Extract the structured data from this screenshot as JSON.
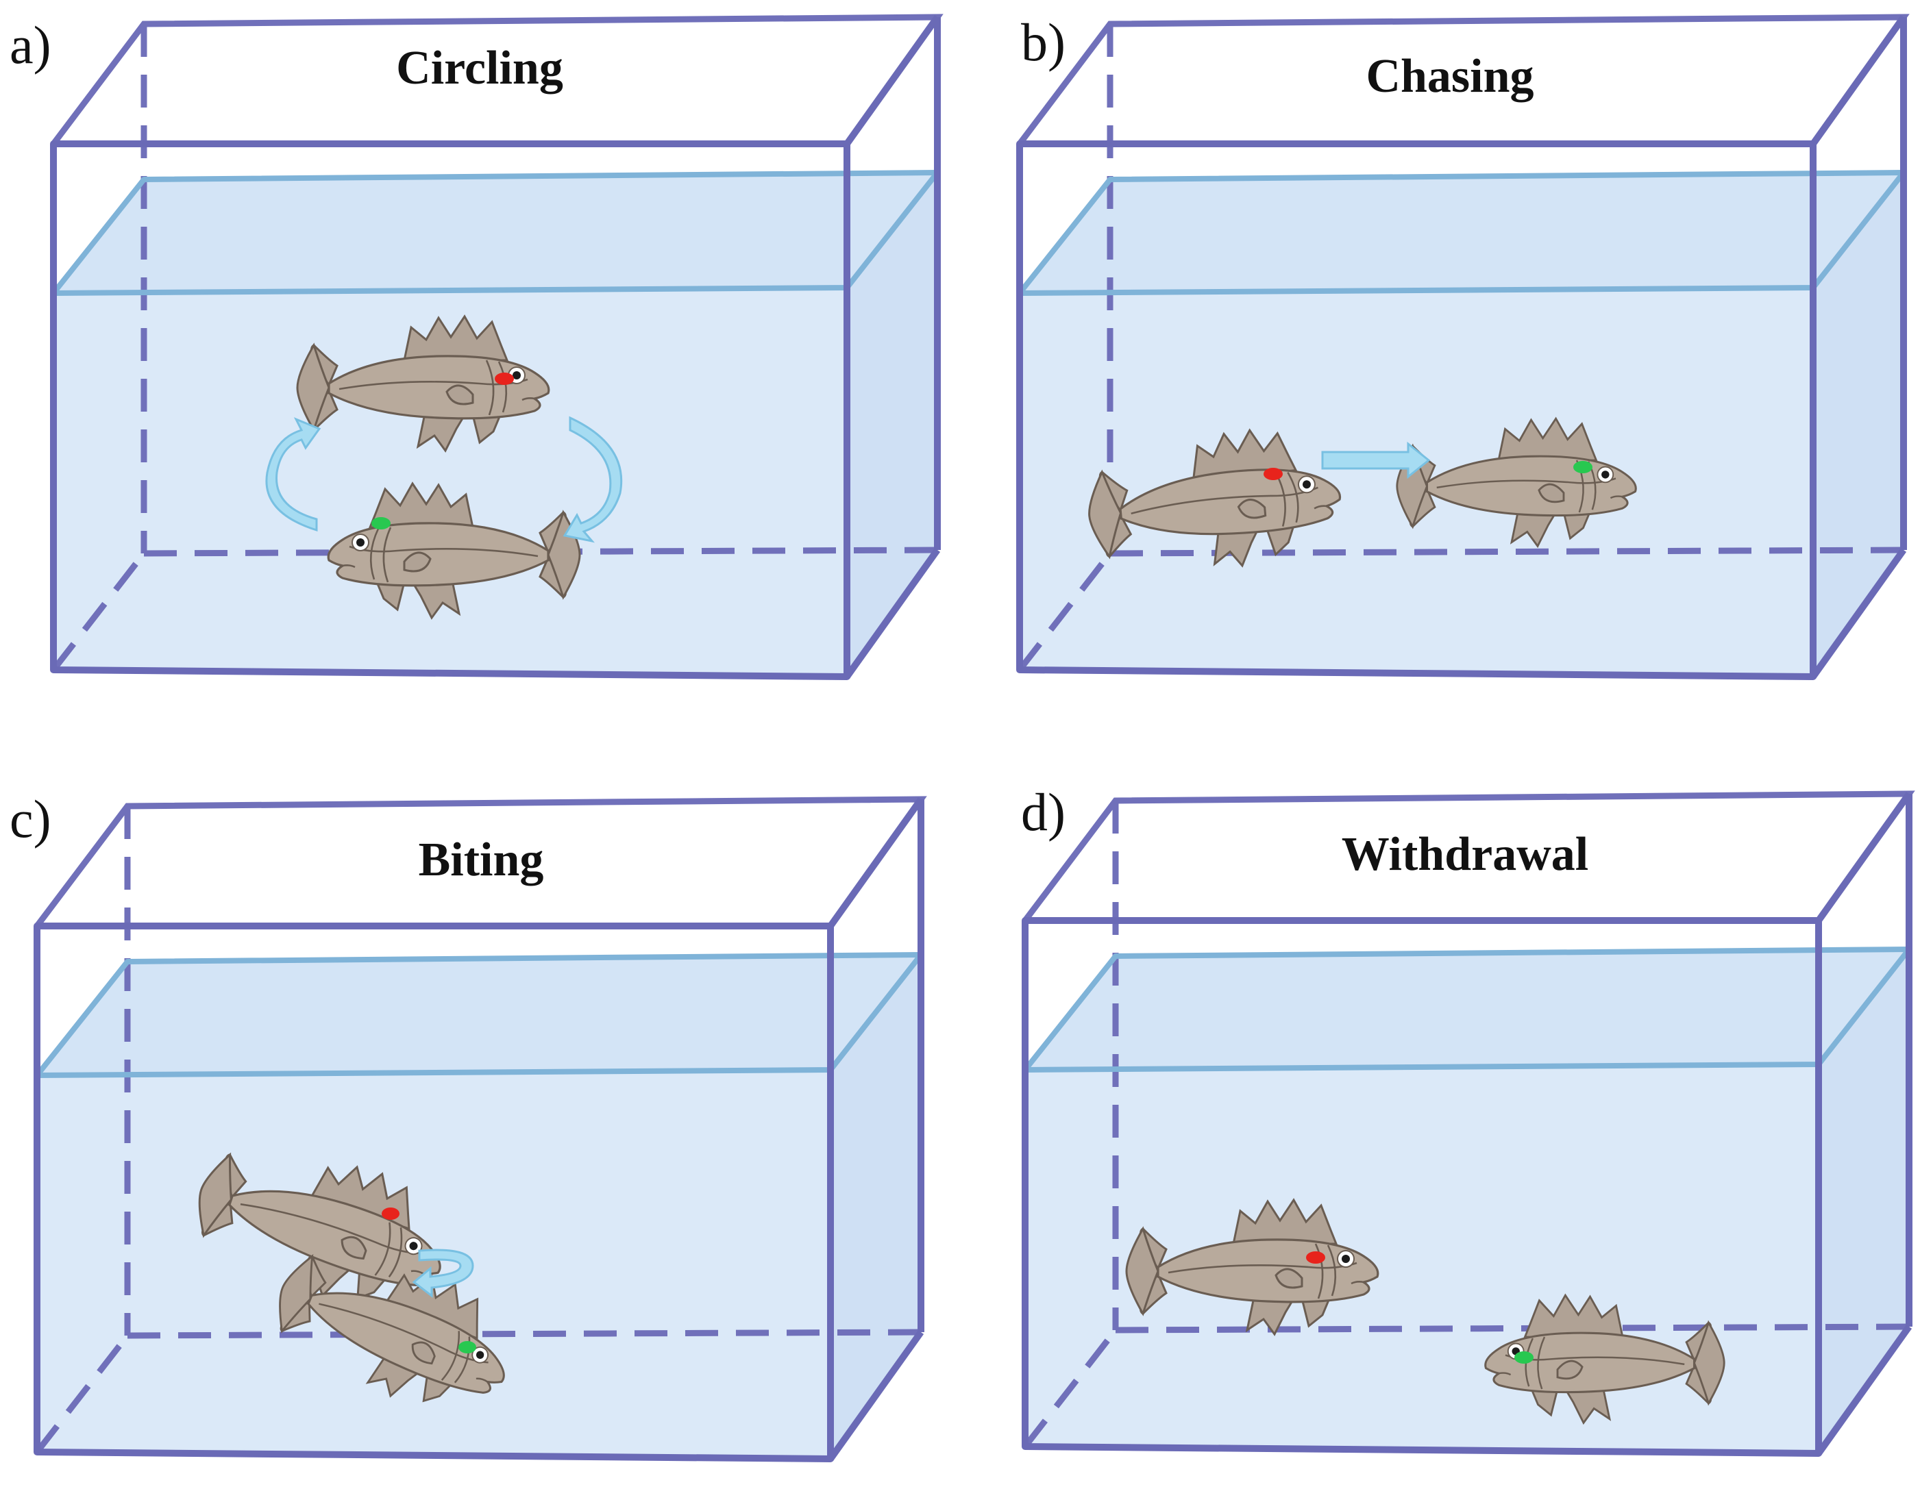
{
  "panels": [
    {
      "letter": "a)",
      "title": "Circling"
    },
    {
      "letter": "b)",
      "title": "Chasing"
    },
    {
      "letter": "c)",
      "title": "Biting"
    },
    {
      "letter": "d)",
      "title": "Withdrawal"
    }
  ],
  "colors": {
    "tank_outline": "#6a6ab6",
    "water": "#dbe9f8",
    "water_surface": "#7fb3d8",
    "fish": "#b8aa9c",
    "arrow": "#a6dcf2",
    "mark_red": "#e8231c",
    "mark_green": "#28c850"
  },
  "icons": [
    "fish-icon",
    "red-mark",
    "green-mark",
    "movement-arrow"
  ]
}
